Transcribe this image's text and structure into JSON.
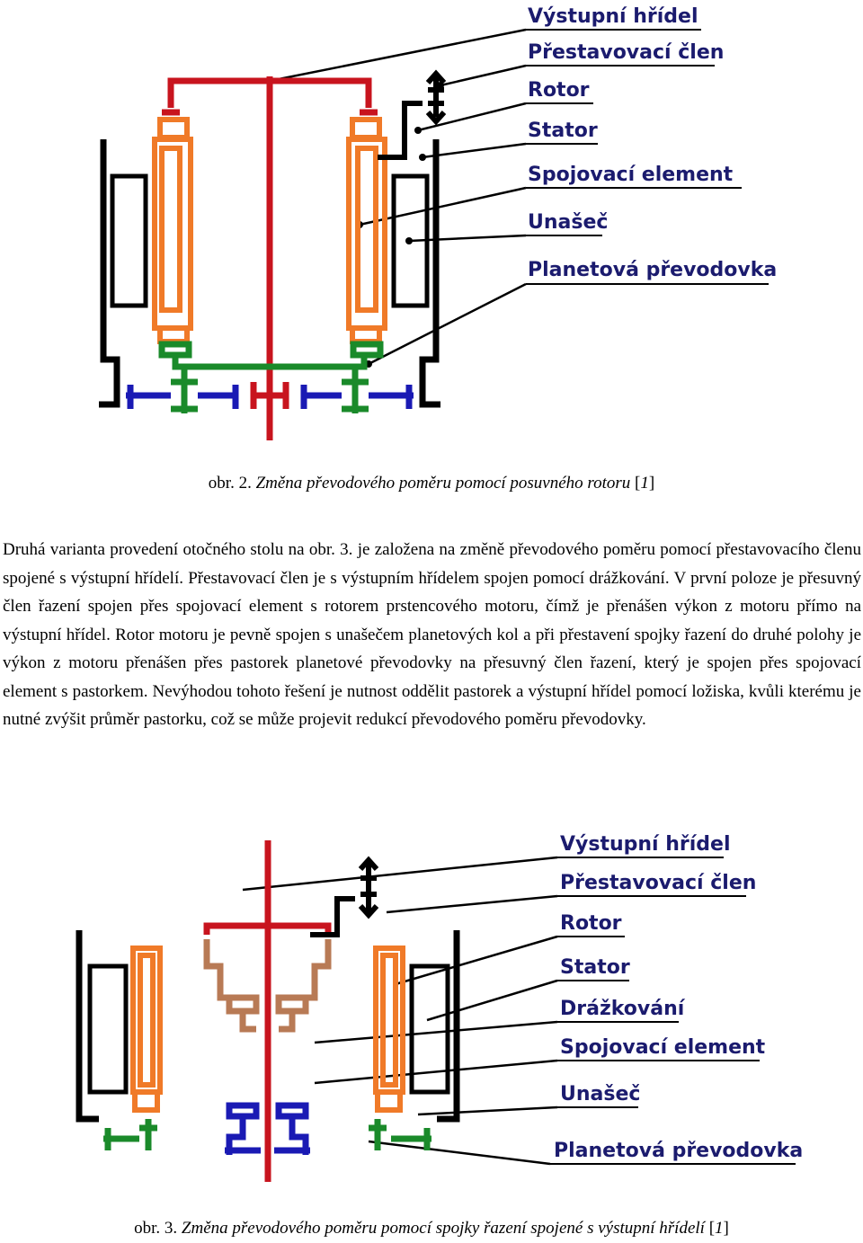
{
  "figure1": {
    "labels": [
      "Výstupní hřídel",
      "Přestavovací člen",
      "Rotor",
      "Stator",
      "Spojovací element",
      "Unašeč",
      "Planetová převodovka"
    ],
    "caption": {
      "number": "obr. 2.",
      "text": "Změna převodového poměru pomocí posuvného rotoru",
      "ref_open": "[",
      "ref_num": "1",
      "ref_close": "]"
    }
  },
  "paragraph": "Druhá varianta provedení otočného stolu na obr. 3. je založena na změně převodového poměru pomocí přestavovacího členu spojené s výstupní hřídelí. Přestavovací člen je s výstupním hřídelem spojen pomocí drážkování. V první poloze je přesuvný člen řazení spojen přes spojovací element s rotorem prstencového motoru, čímž je přenášen výkon z motoru přímo na výstupní hřídel. Rotor motoru je pevně spojen s unašečem planetových kol a při přestavení spojky řazení do druhé polohy je výkon z motoru přenášen přes pastorek planetové převodovky na přesuvný člen řazení, který je spojen přes spojovací element s pastorkem. Nevýhodou tohoto řešení je nutnost oddělit pastorek a výstupní hřídel pomocí ložiska, kvůli kterému je nutné zvýšit průměr pastorku, což se může projevit redukcí převodového poměru převodovky.",
  "figure2": {
    "labels": [
      "Výstupní hřídel",
      "Přestavovací člen",
      "Rotor",
      "Stator",
      "Drážkování",
      "Spojovací element",
      "Unašeč",
      "Planetová převodovka"
    ],
    "caption": {
      "number": "obr. 3.",
      "text": "Změna převodového poměru pomocí spojky řazení spojené s výstupní hřídelí",
      "ref_open": "[",
      "ref_num": "1",
      "ref_close": "]"
    }
  },
  "colors": {
    "shaft": "#c8141e",
    "rotor": "#f07a28",
    "stator": "#000000",
    "carrier": "#1a8a2a",
    "planet": "#1a1ab4",
    "spline": "#b87a55",
    "label": "#1b1b6e"
  }
}
